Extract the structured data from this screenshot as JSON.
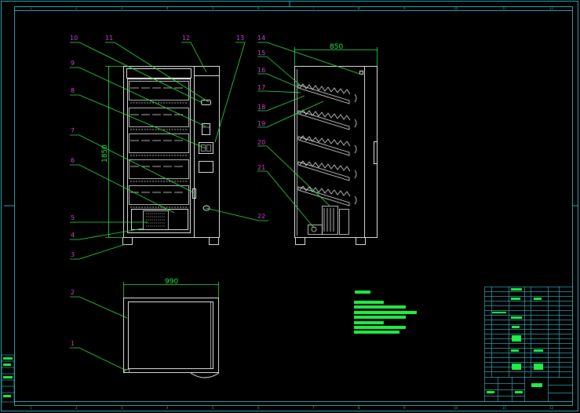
{
  "drawing": {
    "background": "#000000",
    "colors": {
      "frame": "#2fa8b8",
      "geometry": "#e8e8e8",
      "leader": "#2ee84a",
      "label": "#e040e0",
      "dimension": "#2ee84a",
      "titleblock": "#2fa8b8",
      "fill_green": "#22ee44"
    },
    "top_ruler": [
      "1",
      "2",
      "3",
      "4",
      "5",
      "6",
      "7",
      "8",
      "9",
      "10",
      "11",
      "12"
    ],
    "bottom_ruler": [
      "1",
      "2",
      "3",
      "4",
      "5",
      "6",
      "7",
      "8",
      "9",
      "10",
      "11",
      "12"
    ],
    "dimensions": {
      "front_height": "1850",
      "side_width": "850",
      "top_width": "990"
    },
    "part_labels": {
      "p1": "1",
      "p2": "2",
      "p3": "3",
      "p4": "4",
      "p5": "5",
      "p6": "6",
      "p7": "7",
      "p8": "8",
      "p9": "9",
      "p10": "10",
      "p11": "11",
      "p12": "12",
      "p13": "13",
      "p14": "14",
      "p15": "15",
      "p16": "16",
      "p17": "17",
      "p18": "18",
      "p19": "19",
      "p20": "20",
      "p21": "21",
      "p22": "22"
    }
  }
}
